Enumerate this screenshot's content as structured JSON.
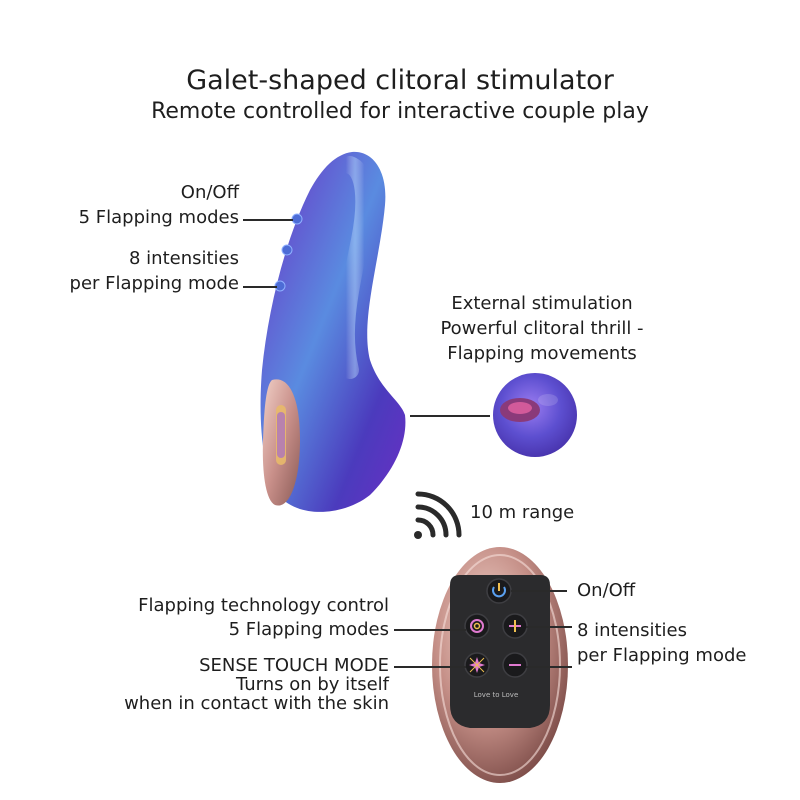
{
  "header": {
    "title": "Galet-shaped clitoral stimulator",
    "subtitle": "Remote controlled for interactive couple play"
  },
  "device": {
    "button1_label_line1": "On/Off",
    "button1_label_line2": "5 Flapping modes",
    "button2_label_line1": "8 intensities",
    "button2_label_line2": "per Flapping mode",
    "external_line1": "External stimulation",
    "external_line2": "Powerful clitoral thrill -",
    "external_line3": "Flapping movements"
  },
  "range": {
    "label": "10 m range"
  },
  "remote": {
    "left_label1_line1": "Flapping technology control",
    "left_label1_line2": "5 Flapping modes",
    "left_label2_line1": "SENSE TOUCH MODE",
    "left_label2_line2": "Turns on by itself",
    "left_label2_line3": "when in contact with the skin",
    "right_label1": "On/Off",
    "right_label2_line1": "8 intensities",
    "right_label2_line2": "per Flapping mode",
    "brand": "Love to Love"
  },
  "colors": {
    "device_purple": "#6a2fc4",
    "device_blue": "#5a8be0",
    "rose_gold": "#c9908a",
    "remote_face": "#2b2b2d"
  },
  "icons": [
    "wifi-signal-icon",
    "power-icon",
    "spiral-icon",
    "plus-icon",
    "sparkle-icon",
    "minus-icon"
  ]
}
